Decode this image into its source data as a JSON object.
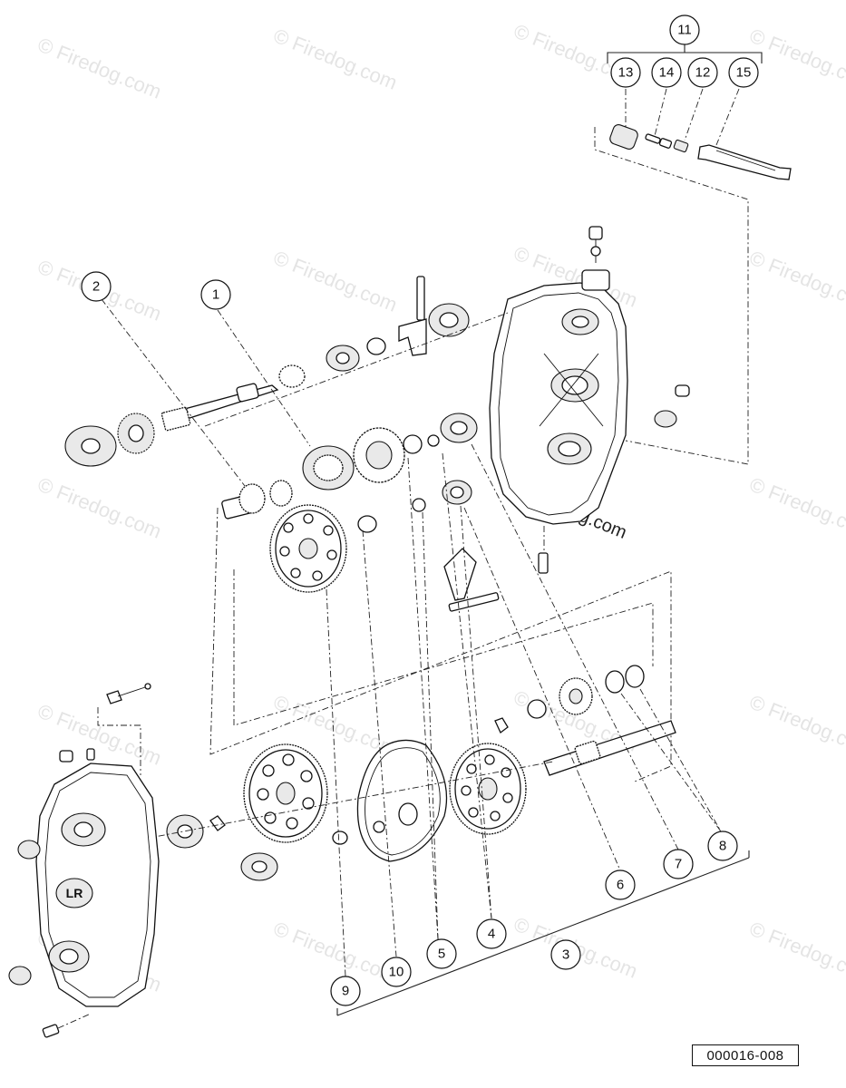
{
  "watermark": "© Firedog.com",
  "diagram_code": "000016-008",
  "callouts": [
    "1",
    "2",
    "3",
    "4",
    "5",
    "6",
    "7",
    "8",
    "9",
    "10",
    "11",
    "12",
    "13",
    "14",
    "15"
  ]
}
